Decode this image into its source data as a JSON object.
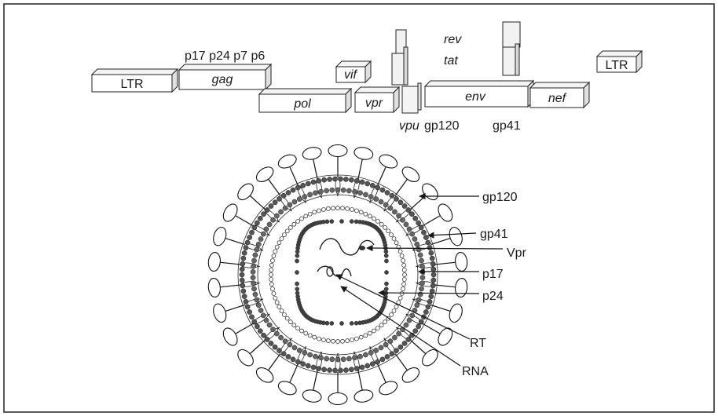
{
  "genome": {
    "ltr_left": "LTR",
    "gag": "gag",
    "gag_products": "p17 p24 p7 p6",
    "pol": "pol",
    "vif": "vif",
    "vpr": "vpr",
    "vpu": "vpu",
    "rev": "rev",
    "tat": "tat",
    "env": "env",
    "gp120": "gp120",
    "gp41": "gp41",
    "nef": "nef",
    "ltr_right": "LTR"
  },
  "virion": {
    "callouts": [
      {
        "key": "gp120",
        "label": "gp120"
      },
      {
        "key": "gp41",
        "label": "gp41"
      },
      {
        "key": "vpr",
        "label": "Vpr"
      },
      {
        "key": "p17",
        "label": "p17"
      },
      {
        "key": "p24",
        "label": "p24"
      },
      {
        "key": "rt",
        "label": "RT"
      },
      {
        "key": "rna",
        "label": "RNA"
      }
    ]
  }
}
